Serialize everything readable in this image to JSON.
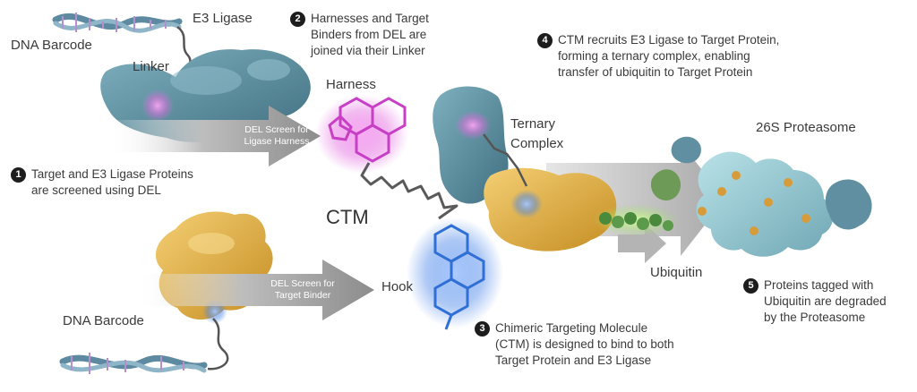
{
  "labels": {
    "e3_ligase": "E3 Ligase",
    "dna_barcode_top": "DNA Barcode",
    "linker": "Linker",
    "harness": "Harness",
    "ctm": "CTM",
    "hook": "Hook",
    "dna_barcode_bottom": "DNA Barcode",
    "ternary_complex": "Ternary\nComplex",
    "ubiquitin": "Ubiquitin",
    "proteasome": "26S Proteasome"
  },
  "arrows": {
    "ligase_screen": "DEL Screen for\nLigase Harness",
    "target_screen": "DEL Screen for\nTarget Binder"
  },
  "steps": [
    {
      "num": "1",
      "text": "Target and E3 Ligase Proteins\nare screened using DEL"
    },
    {
      "num": "2",
      "text": "Harnesses and Target\nBinders from DEL are\njoined via their Linker"
    },
    {
      "num": "3",
      "text": "Chimeric Targeting Molecule\n(CTM) is designed to bind to both\nTarget Protein and E3 Ligase"
    },
    {
      "num": "4",
      "text": "CTM recruits E3 Ligase to Target Protein,\nforming a ternary complex, enabling\ntransfer of ubiquitin to Target Protein"
    },
    {
      "num": "5",
      "text": "Proteins tagged with\nUbiquitin are degraded\nby the Proteasome"
    }
  ],
  "colors": {
    "ligase_protein": "#5f8fa0",
    "target_protein": "#e2b24a",
    "harness_glow": "#e46be0",
    "hook_glow": "#4a86e8",
    "ubiquitin": "#5a9a4a",
    "proteasome": "#8ec5cf",
    "arrow_gray": "#8c8c8c"
  }
}
